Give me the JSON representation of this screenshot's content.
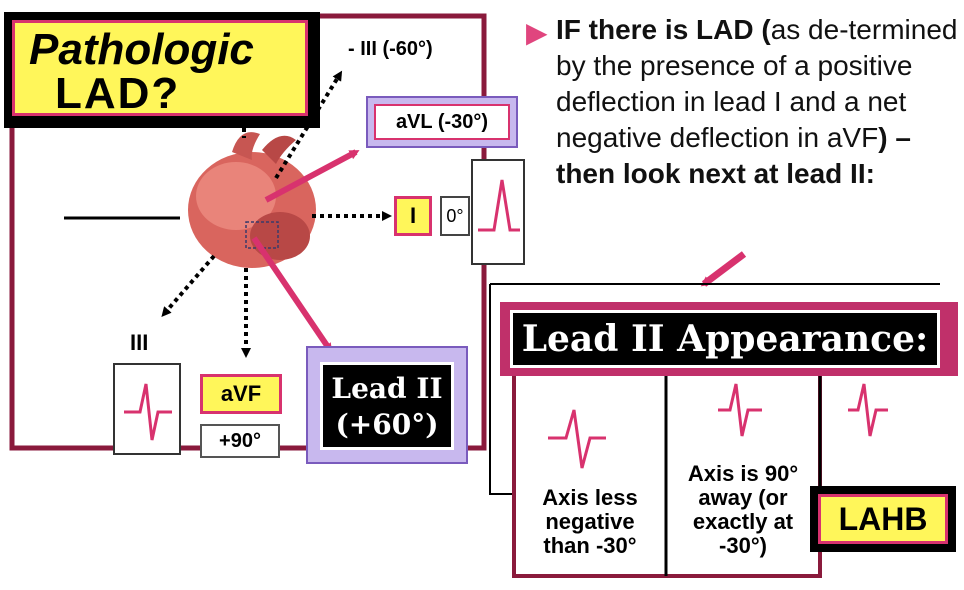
{
  "title": {
    "line1": "Pathologic",
    "line2": "LAD?"
  },
  "leads": {
    "III_top": "- III (-60°)",
    "aVL": "aVL (-30°)",
    "I": "I",
    "I_angle": "0°",
    "III_bottom": "III",
    "aVF": "aVF",
    "aVF_angle": "+90°",
    "leadII_line1": "Lead II",
    "leadII_line2": "(+60°)"
  },
  "paragraph": {
    "bullet": "▶",
    "part1": "IF there is LAD (",
    "part2": "as de-termined by the presence of a positive deflection in lead I and a net negative deflection in aVF",
    "part3": ") – then look next at lead II:"
  },
  "appearance_title": "Lead II Appearance:",
  "captions": {
    "col1": "Axis less negative than -30°",
    "col2": "Axis is 90° away (or exactly at -30°)",
    "lahb": "LAHB"
  },
  "colors": {
    "magenta": "#d8326e",
    "yellow": "#fff65a",
    "lavender": "#c8b8ee",
    "dark_magenta": "#8a1a3c"
  }
}
